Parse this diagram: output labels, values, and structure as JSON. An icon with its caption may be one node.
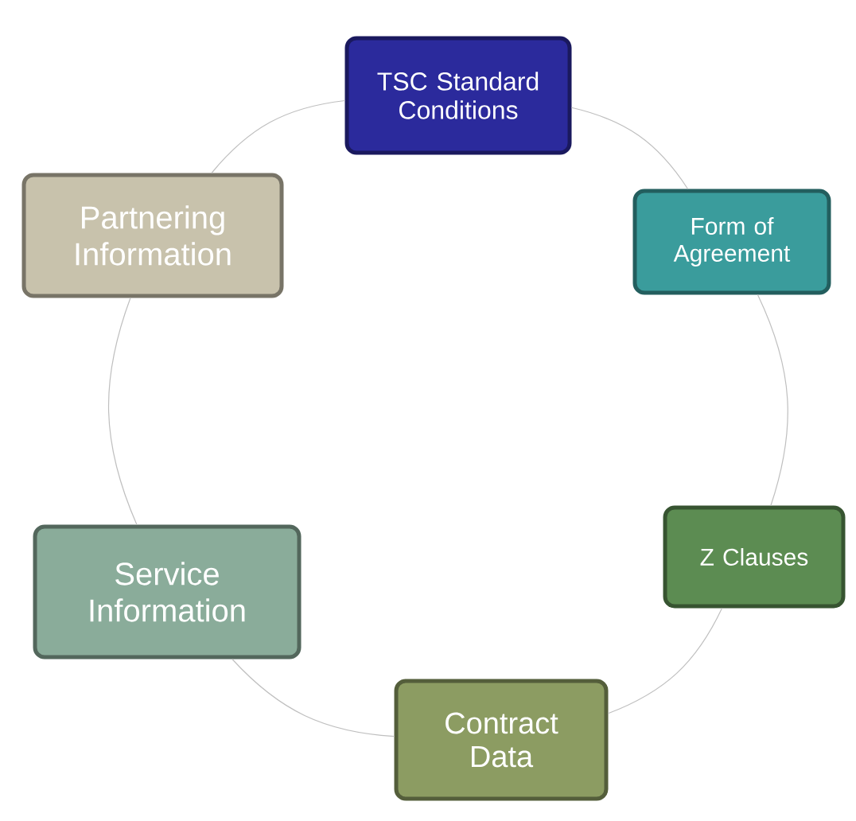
{
  "diagram": {
    "nodes": [
      {
        "text": [
          "TSC Standard Conditions"
        ]
      },
      {
        "text": [
          "Form of Agreement"
        ]
      },
      {
        "text": [
          "Z Clauses"
        ]
      },
      {
        "text": [
          "Contract Data"
        ]
      },
      {
        "text": [
          "Service Information"
        ]
      },
      {
        "text": [
          "Partnering Information"
        ]
      }
    ],
    "edges": [
      {
        "from": 0,
        "to": 1,
        "arrow": "none"
      },
      {
        "from": 1,
        "to": 2,
        "arrow": "none"
      },
      {
        "from": 2,
        "to": 3,
        "arrow": "none"
      },
      {
        "from": 3,
        "to": 4,
        "arrow": "none"
      },
      {
        "from": 4,
        "to": 5,
        "arrow": "none"
      },
      {
        "from": 5,
        "to": 0,
        "arrow": "none"
      }
    ]
  }
}
